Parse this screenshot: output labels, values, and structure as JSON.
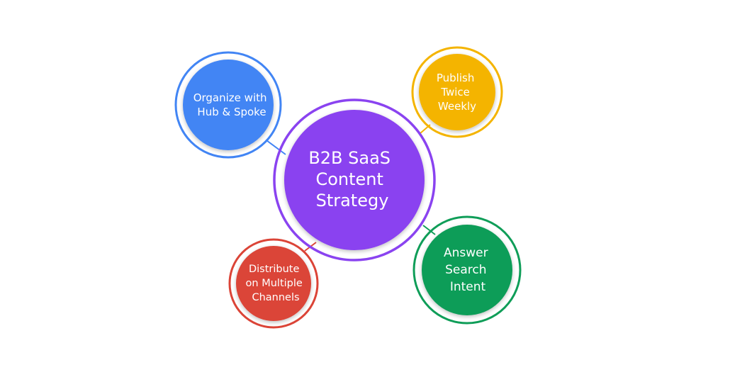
{
  "diagram": {
    "center": {
      "lines": [
        "B2B SaaS",
        "Content",
        "Strategy"
      ],
      "color": "#8a43f0",
      "ring_color": "#8a43f0"
    },
    "nodes": [
      {
        "id": "hub",
        "lines": [
          "Organize with",
          "Hub & Spoke"
        ],
        "color": "#4285f4",
        "ring_color": "#4285f4"
      },
      {
        "id": "publish",
        "lines": [
          "Publish",
          "Twice",
          "Weekly"
        ],
        "color": "#f4b400",
        "ring_color": "#f4b400"
      },
      {
        "id": "distribute",
        "lines": [
          "Distribute",
          "on Multiple",
          "Channels"
        ],
        "color": "#db4437",
        "ring_color": "#db4437"
      },
      {
        "id": "answer",
        "lines": [
          "Answer",
          "Search",
          "Intent"
        ],
        "color": "#0f9d58",
        "ring_color": "#0f9d58"
      }
    ]
  }
}
